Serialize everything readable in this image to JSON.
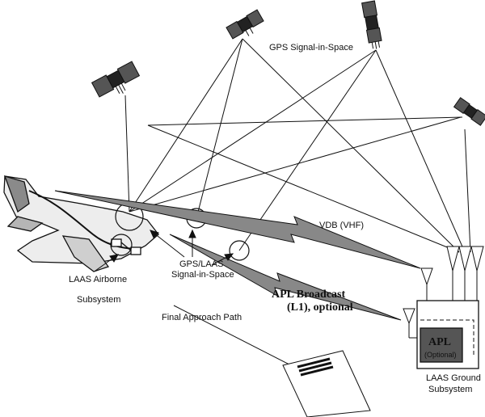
{
  "diagram": {
    "labels": {
      "gps_sis": "GPS Signal-in-Space",
      "vdb": "VDB (VHF)",
      "gps_laas_line1": "GPS/LAAS",
      "gps_laas_line2": "Signal-in-Space",
      "airborne_line1": "LAAS Airborne",
      "airborne_line2": "Subsystem",
      "apl_broadcast_line1": "APL Broadcast",
      "apl_broadcast_line2": "(L1), optional",
      "final_approach": "Final Approach Path",
      "ground_line1": "LAAS Ground",
      "ground_line2": "Subsystem",
      "apl_box_title": "APL",
      "apl_box_sub": "(Optional)"
    },
    "icons": [
      "satellite-icon",
      "aircraft-icon",
      "ground-station-icon",
      "antenna-icon",
      "runway-icon"
    ],
    "colors": {
      "ink": "#111111",
      "background": "#ffffff",
      "apl_box_fill": "#555555"
    }
  }
}
